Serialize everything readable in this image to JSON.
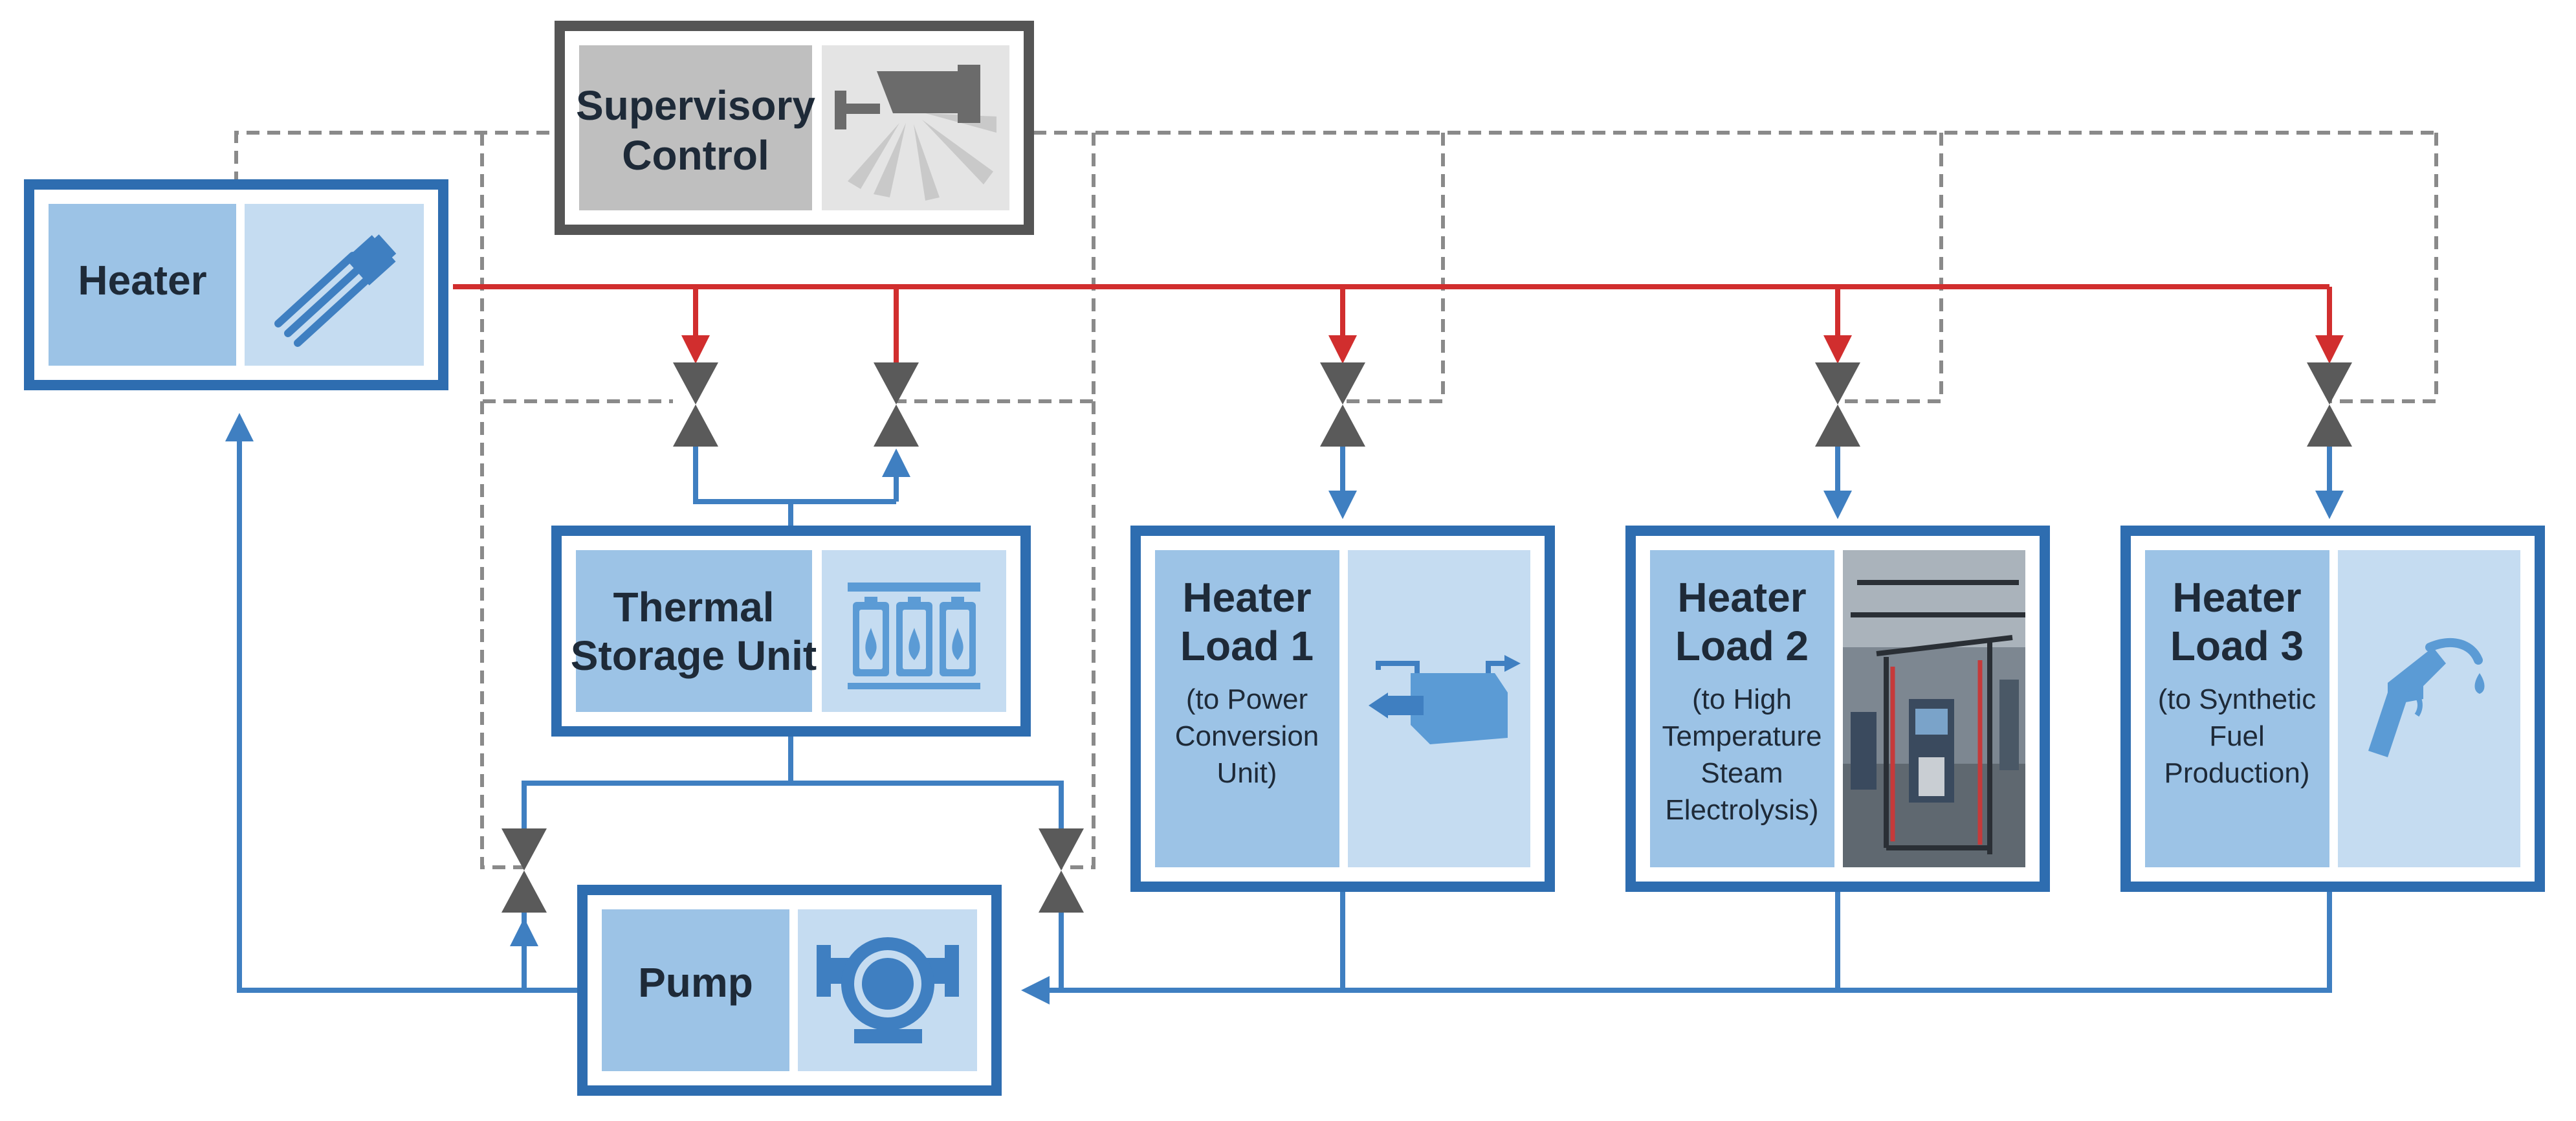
{
  "components": {
    "supervisory": {
      "line1": "Supervisory",
      "line2": "Control",
      "icon": "security-camera-icon"
    },
    "heater": {
      "label": "Heater",
      "icon": "heating-element-icon"
    },
    "thermal_storage": {
      "line1": "Thermal",
      "line2": "Storage Unit",
      "icon": "battery-storage-icon"
    },
    "pump": {
      "label": "Pump",
      "icon": "pump-icon"
    },
    "load1": {
      "title1": "Heater",
      "title2": "Load 1",
      "sub1": "(to Power",
      "sub2": "Conversion",
      "sub3": "Unit)",
      "icon": "power-conversion-icon"
    },
    "load2": {
      "title1": "Heater",
      "title2": "Load 2",
      "sub1": "(to High",
      "sub2": "Temperature",
      "sub3": "Steam",
      "sub4": "Electrolysis)",
      "icon": "facility-photo"
    },
    "load3": {
      "title1": "Heater",
      "title2": "Load 3",
      "sub1": "(to Synthetic",
      "sub2": "Fuel",
      "sub3": "Production)",
      "icon": "fuel-nozzle-icon"
    }
  },
  "colors": {
    "box_border": "#2e6db0",
    "box_fill_dark": "#9cc3e6",
    "box_fill_light": "#c5dcf1",
    "supervisory_border": "#555555",
    "supervisory_fill": "#bfbfbf",
    "supervisory_icon_fill": "#e4e4e4",
    "hot_line": "#d12e2e",
    "return_line": "#3f7fc1",
    "control_line": "#8a8a8a",
    "valve": "#5a5a5a"
  }
}
